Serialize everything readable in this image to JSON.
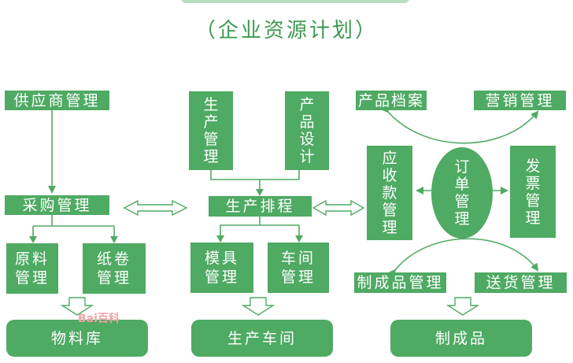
{
  "title": "（企业资源计划）",
  "watermark": "Bai百科",
  "nodes": {
    "supplier": "供应商管理",
    "purchase": "采购管理",
    "raw_material": "原料管理",
    "paper_roll": "纸卷管理",
    "warehouse": "物料库",
    "production_mgmt": "生产管理",
    "product_design": "产品设计",
    "scheduling": "生产排程",
    "mold": "模具管理",
    "workshop_mgmt": "车间管理",
    "workshop": "生产车间",
    "product_archive": "产品档案",
    "marketing": "营销管理",
    "receivable": "应收款管理",
    "order": "订单管理",
    "invoice": "发票管理",
    "finished_mgmt": "制成品管理",
    "delivery": "送货管理",
    "finished": "制成品"
  },
  "colors": {
    "box": "#4faa63",
    "line": "#4faa63",
    "title": "#3c9950"
  }
}
